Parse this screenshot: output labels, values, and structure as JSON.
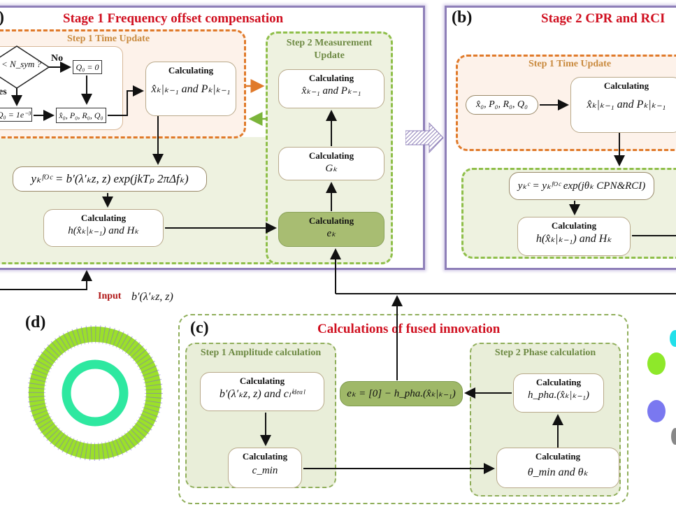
{
  "panels": {
    "a": {
      "label": ")",
      "title": "Stage 1 Frequency offset compensation",
      "step1": {
        "title": "Step 1 Time Update",
        "decision": "< N_sym ?",
        "no_label": "No",
        "yes_label": "es",
        "q0_zero": "Q₀ = 0",
        "q0_small": "Q₀ = 1e⁻³",
        "init": "x̂₀, P₀, R₀, Q₀",
        "calc_title": "Calculating",
        "calc_math": "x̂ₖ|ₖ₋₁ and Pₖ|ₖ₋₁"
      },
      "step2": {
        "title_line1": "Step 2 Measurement",
        "title_line2": "Update",
        "box_update_title": "Calculating",
        "box_update_math": "x̂ₖ₋₁ and Pₖ₋₁",
        "box_gain_title": "Calculating",
        "box_gain_math": "Gₖ",
        "box_error_title": "Calculating",
        "box_error_math": "eₖ"
      },
      "foc_formula": "yₖᶠᴼᶜ = b′(λ′ₖz, z) exp(jkTₚ 2πΔfₖ)",
      "h_box_title": "Calculating",
      "h_box_math": "h(x̂ₖ|ₖ₋₁) and Hₖ"
    },
    "b": {
      "label": "(b)",
      "title": "Stage 2 CPR and RCI",
      "step1": {
        "title": "Step 1 Time Update",
        "init": "x̂₀, P₀, R₀, Q₀",
        "calc_title": "Calculating",
        "calc_math": "x̂ₖ|ₖ₋₁ and Pₖ|ₖ₋₁"
      },
      "yc_formula": "yₖᶜ = yₖᶠᴼᶜ exp(jθₖ CPN&RCI)",
      "h_box_title": "Calculating",
      "h_box_math": "h(x̂ₖ|ₖ₋₁) and Hₖ"
    },
    "c": {
      "label": "(c)",
      "title": "Calculations of fused innovation",
      "step1": {
        "title": "Step 1 Amplitude calculation",
        "box1_title": "Calculating",
        "box1_math": "b′(λ′ₖz, z) and cₗⁱᵈᵉᵃˡ",
        "box2_title": "Calculating",
        "box2_math": "c_min"
      },
      "step2": {
        "title": "Step 2 Phase calculation",
        "box1_title": "Calculating",
        "box1_math": "h_pha.(x̂ₖ|ₖ₋₁)",
        "box2_title": "Calculating",
        "box2_math": "θ_min and θₖ"
      },
      "ek_formula": "eₖ = [0] − h_pha.(x̂ₖ|ₖ₋₁)"
    },
    "d": {
      "label": "(d)"
    }
  },
  "input": {
    "label": "Input",
    "math": "b′(λ′ₖz, z)"
  },
  "colors": {
    "panel_border": "#8e7fb8",
    "title_red": "#d01020",
    "orange": "#e07a2a",
    "green": "#8fbf4a",
    "green_fill": "#a8bd72",
    "ring_outer": "#9be02a",
    "ring_inner": "#2ee8a0"
  }
}
